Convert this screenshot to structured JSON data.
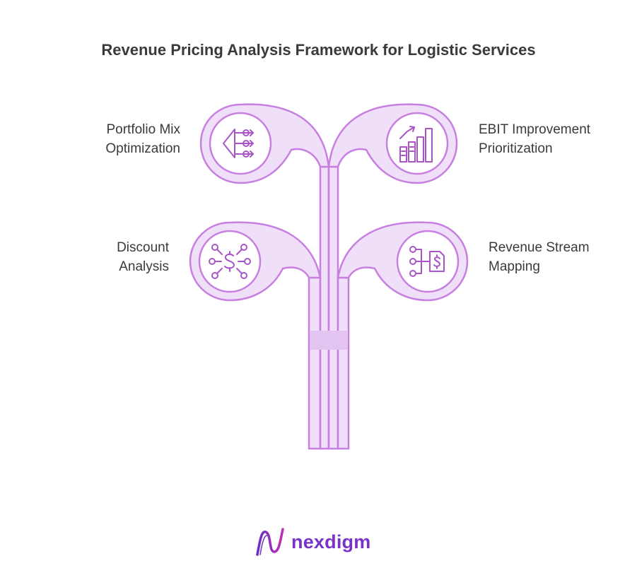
{
  "title": "Revenue Pricing Analysis Framework for Logistic Services",
  "nodes": [
    {
      "id": "portfolio",
      "side": "left",
      "lines": [
        "Portfolio Mix",
        "Optimization"
      ],
      "icon": "funnel-branch-icon"
    },
    {
      "id": "ebit",
      "side": "right",
      "lines": [
        "EBIT Improvement",
        "Prioritization"
      ],
      "icon": "growth-bar-chart-icon"
    },
    {
      "id": "discount",
      "side": "left",
      "lines": [
        "Discount",
        "Analysis"
      ],
      "icon": "dollar-network-icon"
    },
    {
      "id": "revenue",
      "side": "right",
      "lines": [
        "Revenue Stream",
        "Mapping"
      ],
      "icon": "revenue-flow-icon"
    }
  ],
  "brand": {
    "name": "nexdigm",
    "icon": "nexdigm-wave-logo-icon"
  },
  "colors": {
    "fill": "#f0dff8",
    "stroke": "#c77fe0",
    "icon_stroke": "#a855c7",
    "title": "#3a3a3a",
    "brand": "#7a33c8"
  }
}
